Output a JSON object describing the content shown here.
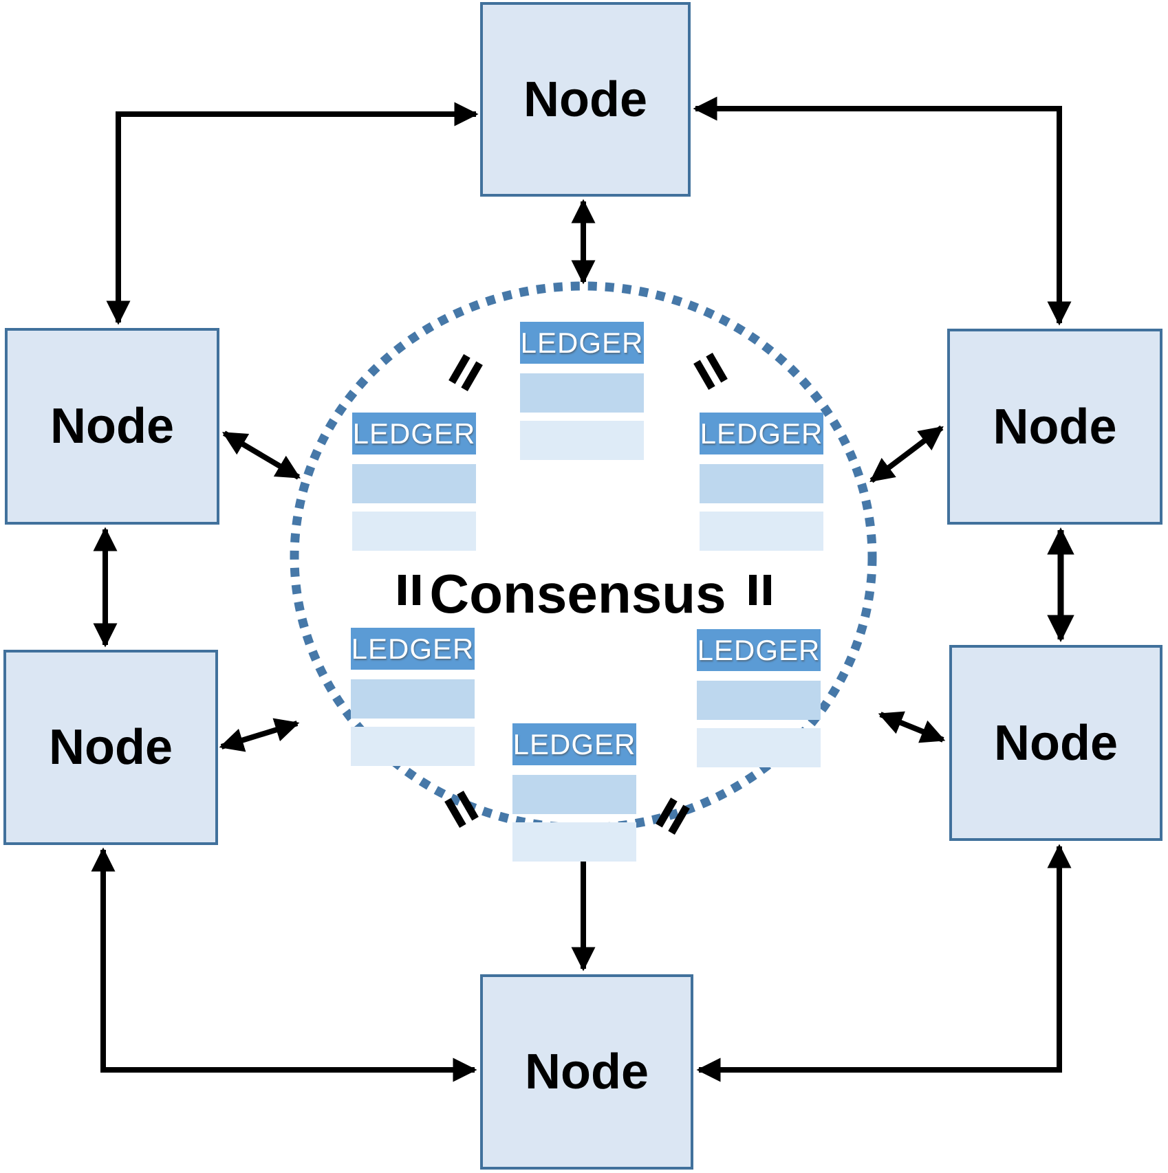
{
  "nodes": [
    {
      "id": "top",
      "label": "Node"
    },
    {
      "id": "left-upper",
      "label": "Node"
    },
    {
      "id": "left-lower",
      "label": "Node"
    },
    {
      "id": "right-upper",
      "label": "Node"
    },
    {
      "id": "right-lower",
      "label": "Node"
    },
    {
      "id": "bottom",
      "label": "Node"
    }
  ],
  "center": {
    "label": "Consensus"
  },
  "ledgers": [
    {
      "position": "top-center",
      "label": "LEDGER"
    },
    {
      "position": "left-upper",
      "label": "LEDGER"
    },
    {
      "position": "right-upper",
      "label": "LEDGER"
    },
    {
      "position": "left-lower",
      "label": "LEDGER"
    },
    {
      "position": "right-lower",
      "label": "LEDGER"
    },
    {
      "position": "bottom-center",
      "label": "LEDGER"
    }
  ],
  "icons": {
    "equals_sign": "=",
    "double_arrow": "↔"
  },
  "colors": {
    "node_fill": "#dbe6f3",
    "node_border": "#41719c",
    "ledger_header": "#5b9bd5",
    "ledger_row_medium": "#bdd7ee",
    "ledger_row_light": "#deebf7",
    "circle_dots": "#4678a8",
    "arrow": "#000000",
    "background": "#ffffff"
  }
}
